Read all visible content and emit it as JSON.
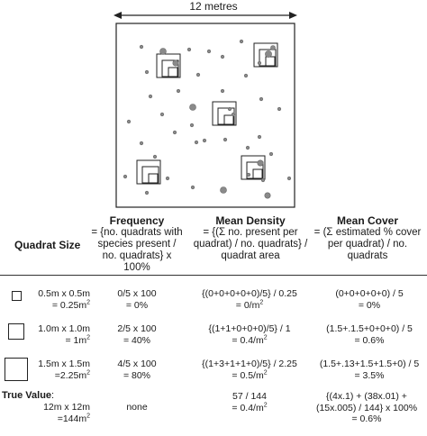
{
  "diagram": {
    "scale_label": "12 metres",
    "plot_edge_metres": 12
  },
  "table": {
    "headers": {
      "quadrat_size": "Quadrat Size",
      "frequency": {
        "title": "Frequency",
        "line1": "= {no. quadrats with",
        "line2": "species present /",
        "line3": "no. quadrats} x",
        "line4": "100%"
      },
      "mean_density": {
        "title": "Mean Density",
        "line1": "= {(Σ no. present per",
        "line2": "quadrat) / no. quadrats} /",
        "line3": "quadrat area"
      },
      "mean_cover": {
        "title": "Mean Cover",
        "line1": "= (Σ estimated % cover",
        "line2": "per quadrat) / no.",
        "line3": "quadrats"
      }
    },
    "rows": [
      {
        "size_line1": "0.5m x 0.5m",
        "size_line2": "= 0.25m",
        "size_sup": "2",
        "frequency_line1": "0/5 x 100",
        "frequency_line2": "= 0%",
        "density_line1": "{(0+0+0+0+0)/5} / 0.25",
        "density_line2": "= 0/m",
        "density_sup": "2",
        "cover_line1": "(0+0+0+0+0) / 5",
        "cover_line2": "= 0%"
      },
      {
        "size_line1": "1.0m x 1.0m",
        "size_line2": "= 1m",
        "size_sup": "2",
        "frequency_line1": "2/5 x 100",
        "frequency_line2": "= 40%",
        "density_line1": "{(1+1+0+0+0)/5} / 1",
        "density_line2": "= 0.4/m",
        "density_sup": "2",
        "cover_line1": "(1.5+.1.5+0+0+0) / 5",
        "cover_line2": "= 0.6%"
      },
      {
        "size_line1": "1.5m x 1.5m",
        "size_line2": "=2.25m",
        "size_sup": "2",
        "frequency_line1": "4/5 x 100",
        "frequency_line2": "= 80%",
        "density_line1": "{(1+3+1+1+0)/5} / 2.25",
        "density_line2": "= 0.5/m",
        "density_sup": "2",
        "cover_line1": "(1.5+.13+1.5+1.5+0) / 5",
        "cover_line2": "= 3.5%"
      }
    ],
    "true_value": {
      "label": "True Value",
      "colon": ":",
      "size_line1": "12m x 12m",
      "size_line2": "=144m",
      "size_sup": "2",
      "frequency": "none",
      "density_line1": "57 / 144",
      "density_line2": "= 0.4/m",
      "density_sup": "2",
      "cover_line1": "{(4x.1) + (38x.01) +",
      "cover_line2": "(15x.005) / 144} x 100%",
      "cover_line3": "= 0.6%"
    }
  }
}
